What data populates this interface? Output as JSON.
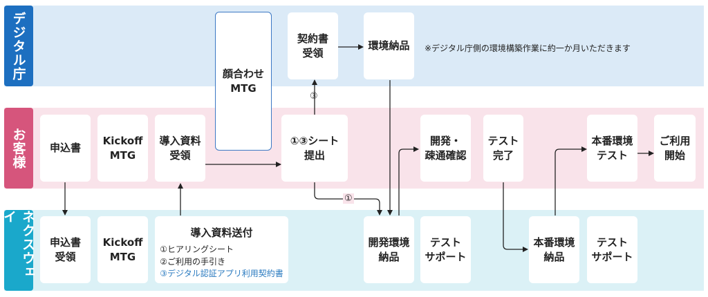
{
  "colors": {
    "lane1_bg": "#dbeaf7",
    "lane1_label": "#1d6fc0",
    "lane2_bg": "#f9e3ea",
    "lane2_label": "#d6557c",
    "lane3_bg": "#dbf1f6",
    "lane3_label": "#1aa8cb",
    "arrow": "#222222",
    "highlight_text": "#2b7bc0"
  },
  "lanes": {
    "digital": "デジタル庁",
    "customer": "お客様",
    "nexway": "ネクスウェイ"
  },
  "boxes": {
    "meeting": [
      "顔合わせ",
      "MTG"
    ],
    "contract_receipt": [
      "契約書",
      "受領"
    ],
    "env_delivery": "環境納品",
    "application": "申込書",
    "kickoff_customer": [
      "Kickoff",
      "MTG"
    ],
    "materials_receipt": [
      "導入資料",
      "受領"
    ],
    "sheet_submit": [
      "①③シート",
      "提出"
    ],
    "dev_check": [
      "開発・",
      "疎通確認"
    ],
    "test_done": [
      "テスト",
      "完了"
    ],
    "prod_test": [
      "本番環境",
      "テスト"
    ],
    "start_use": [
      "ご利用",
      "開始"
    ],
    "application_receipt": [
      "申込書",
      "受領"
    ],
    "kickoff_nexway": [
      "Kickoff",
      "MTG"
    ],
    "materials_send": {
      "title": "導入資料送付",
      "items": [
        "①ヒアリングシート",
        "②ご利用の手引き",
        "③デジタル認証アプリ利用契約書"
      ]
    },
    "dev_env_delivery": [
      "開発環境",
      "納品"
    ],
    "test_support_1": [
      "テスト",
      "サポート"
    ],
    "prod_env_delivery": [
      "本番環境",
      "納品"
    ],
    "test_support_2": [
      "テスト",
      "サポート"
    ]
  },
  "note": "※デジタル庁側の環境構築作業に約一か月いただきます",
  "tags": {
    "circle3": "③",
    "circle1": "①"
  }
}
